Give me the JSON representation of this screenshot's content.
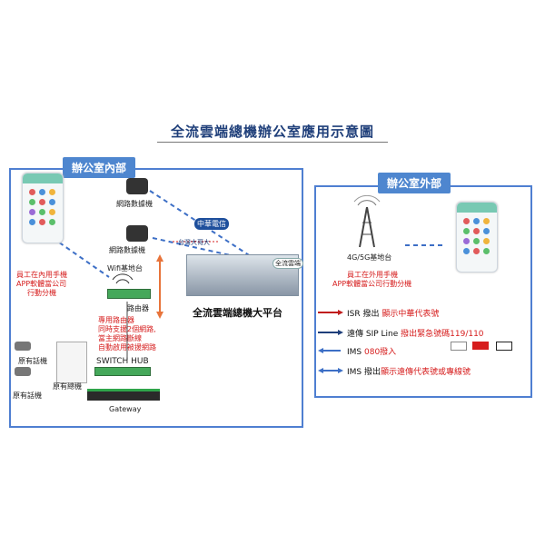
{
  "title": "全流雲端總機辦公室應用示意圖",
  "inside": {
    "label": "辦公室內部",
    "modem1": "網路數據機",
    "modem2": "網路數據機",
    "wifi": "Wifi基地台",
    "router": "路由器",
    "phone_note": [
      "員工在內用手機",
      "APP軟體當公司",
      "行動分機"
    ],
    "router_note": [
      "專用路由器",
      "同時支援2個網路,",
      "當主網路斷線",
      "自動啟用被援網路"
    ],
    "switch": "SWITCH HUB",
    "gateway": "Gateway",
    "pbx": "原有總機",
    "old_phone1": "原有話機",
    "old_phone2": "原有話機"
  },
  "center": {
    "platform": "全流雲端總機大平台",
    "isp1": "中華電信",
    "isp2": "台灣大哥大",
    "cloud_logo": "全流雲端"
  },
  "outside": {
    "label": "辦公室外部",
    "tower": "4G/5G基地台",
    "phone_note": [
      "員工在外用手機",
      "APP軟體當公司行動分機"
    ]
  },
  "legend": [
    {
      "prefix": "ISR 撥出 ",
      "emph": "顯示中華代表號"
    },
    {
      "prefix": "遠傳 SIP Line ",
      "emph": "撥出緊急號碼119/110"
    },
    {
      "prefix": "IMS ",
      "emph": "080撥入"
    },
    {
      "prefix": "IMS 撥出",
      "emph": "顯示遠傳代表號或專線號"
    }
  ],
  "colors": {
    "accent": "#4f7fd1",
    "label_bg": "#4e86cf",
    "note_red": "#d61d1d",
    "router_green": "#45a85a"
  }
}
